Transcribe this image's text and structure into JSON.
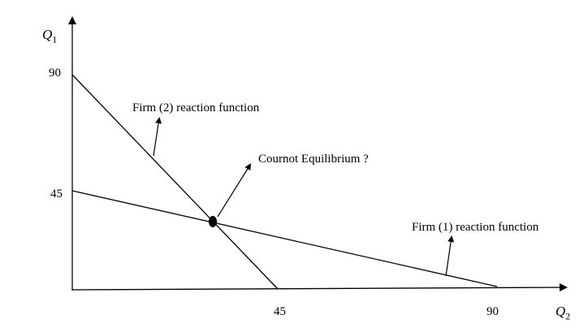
{
  "axes": {
    "y_label": "Q",
    "y_label_sub": "1",
    "x_label": "Q",
    "x_label_sub": "2",
    "y_ticks": [
      "90",
      "45"
    ],
    "x_ticks": [
      "45",
      "90"
    ]
  },
  "annotations": {
    "firm2": "Firm (2) reaction function",
    "firm1": "Firm (1) reaction function",
    "equilibrium": "Cournot Equilibrium ?"
  }
}
